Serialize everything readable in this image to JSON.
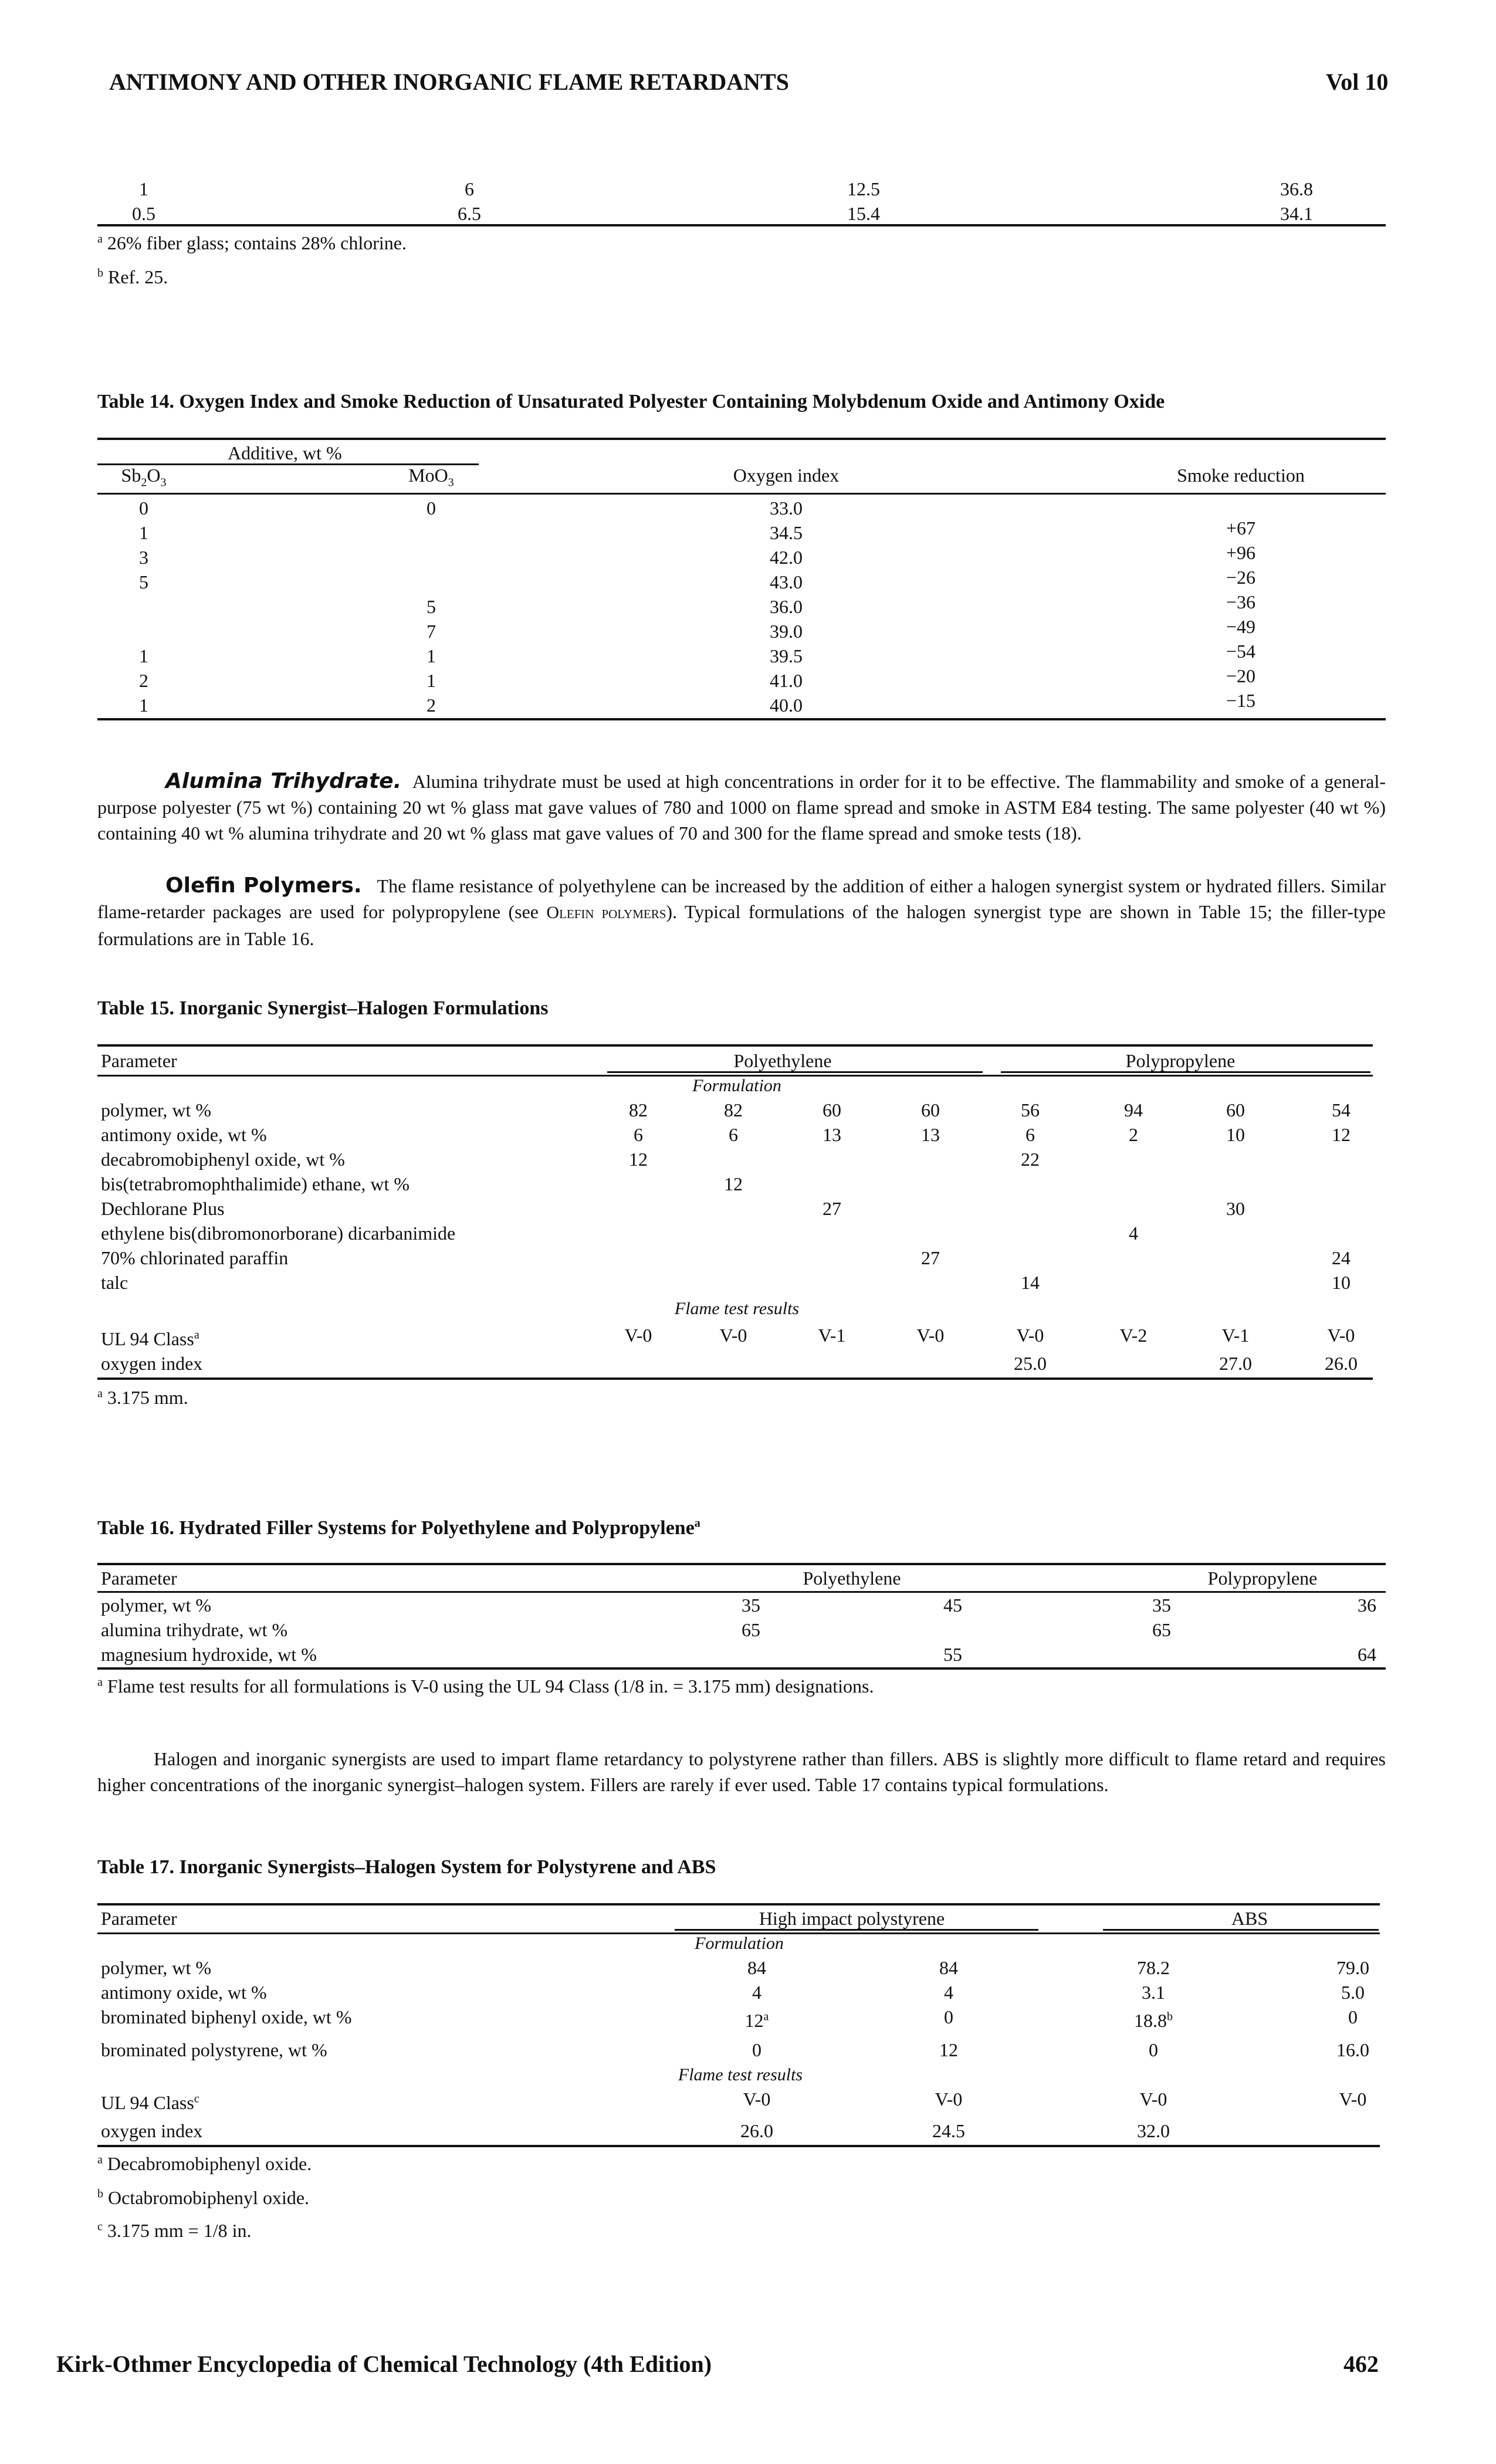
{
  "header": {
    "title": "ANTIMONY AND OTHER INORGANIC FLAME RETARDANTS",
    "volume": "Vol 10"
  },
  "table13_tail": {
    "rows": [
      [
        "1",
        "6",
        "12.5",
        "36.8"
      ],
      [
        "0.5",
        "6.5",
        "15.4",
        "34.1"
      ]
    ],
    "footnotes": [
      {
        "mark": "a",
        "text": "26% fiber glass; contains 28% chlorine."
      },
      {
        "mark": "b",
        "text": "Ref. 25."
      }
    ]
  },
  "table14": {
    "caption": "Table 14. Oxygen Index and Smoke Reduction of Unsaturated Polyester Containing Molybdenum Oxide and Antimony Oxide",
    "group_header": "Additive, wt %",
    "col_sb": "Sb",
    "col_sb_sub1": "2",
    "col_sb_o": "O",
    "col_sb_sub2": "3",
    "col_mo": "MoO",
    "col_mo_sub": "3",
    "col_oi": "Oxygen index",
    "col_smoke": "Smoke reduction",
    "rows": [
      [
        "0",
        "0",
        "33.0",
        ""
      ],
      [
        "1",
        "",
        "34.5",
        "+67"
      ],
      [
        "3",
        "",
        "42.0",
        "+96"
      ],
      [
        "5",
        "",
        "43.0",
        "−26"
      ],
      [
        "",
        "5",
        "36.0",
        "−36"
      ],
      [
        "",
        "7",
        "39.0",
        "−49"
      ],
      [
        "1",
        "1",
        "39.5",
        "−54"
      ],
      [
        "2",
        "1",
        "41.0",
        "−20"
      ],
      [
        "1",
        "2",
        "40.0",
        "−15"
      ]
    ]
  },
  "para_alumina": {
    "head": "Alumina Trihydrate.",
    "body": "Alumina trihydrate must be used at high concentrations in order for it to be effective. The flammability and smoke of a general-purpose polyester (75 wt %) containing 20 wt % glass mat gave values of 780 and 1000 on flame spread and smoke in ASTM E84 testing. The same polyester (40 wt %) containing 40 wt % alumina trihydrate and 20 wt % glass mat gave values of 70 and 300 for the flame spread and smoke tests (18)."
  },
  "para_olefin": {
    "head": "Olefin Polymers.",
    "body_a": "The flame resistance of polyethylene can be increased by the addition of either a halogen synergist system or hydrated fillers. Similar flame-retarder packages are used for polypropylene (see ",
    "link": "Olefin polymers",
    "body_b": "). Typical formulations of the halogen synergist type are shown in Table 15; the filler-type formulations are in Table 16."
  },
  "table15": {
    "caption": "Table 15. Inorganic Synergist–Halogen Formulations",
    "col_param": "Parameter",
    "group_pe": "Polyethylene",
    "group_pp": "Polypropylene",
    "sub_formulation": "Formulation",
    "sub_flame": "Flame test results",
    "rows": [
      {
        "label": "polymer, wt %",
        "sup": "",
        "vals": [
          "82",
          "82",
          "60",
          "60",
          "56",
          "94",
          "60",
          "54"
        ]
      },
      {
        "label": "antimony oxide, wt %",
        "sup": "",
        "vals": [
          "6",
          "6",
          "13",
          "13",
          "6",
          "2",
          "10",
          "12"
        ]
      },
      {
        "label": "decabromobiphenyl oxide, wt %",
        "sup": "",
        "vals": [
          "12",
          "",
          "",
          "",
          "22",
          "",
          "",
          ""
        ]
      },
      {
        "label": "bis(tetrabromophthalimide) ethane, wt %",
        "sup": "",
        "vals": [
          "",
          "12",
          "",
          "",
          "",
          "",
          "",
          ""
        ]
      },
      {
        "label": "Dechlorane Plus",
        "sup": "",
        "vals": [
          "",
          "",
          "27",
          "",
          "",
          "",
          "30",
          ""
        ]
      },
      {
        "label": "ethylene bis(dibromonorborane) dicarbanimide",
        "sup": "",
        "vals": [
          "",
          "",
          "",
          "",
          "",
          "4",
          "",
          ""
        ]
      },
      {
        "label": "70% chlorinated paraffin",
        "sup": "",
        "vals": [
          "",
          "",
          "",
          "27",
          "",
          "",
          "",
          "24"
        ]
      },
      {
        "label": "talc",
        "sup": "",
        "vals": [
          "",
          "",
          "",
          "",
          "14",
          "",
          "",
          "10"
        ]
      }
    ],
    "flame_rows": [
      {
        "label": "UL 94 Class",
        "sup": "a",
        "vals": [
          "V-0",
          "V-0",
          "V-1",
          "V-0",
          "V-0",
          "V-2",
          "V-1",
          "V-0"
        ]
      },
      {
        "label": "oxygen index",
        "sup": "",
        "vals": [
          "",
          "",
          "",
          "",
          "25.0",
          "",
          "27.0",
          "26.0"
        ]
      }
    ],
    "footnote_mark": "a",
    "footnote": "3.175 mm."
  },
  "table16": {
    "caption": "Table 16. Hydrated Filler Systems for Polyethylene and Polypropylene",
    "caption_sup": "a",
    "col_param": "Parameter",
    "group_pe": "Polyethylene",
    "group_pp": "Polypropylene",
    "rows": [
      {
        "label": "polymer, wt %",
        "vals": [
          "35",
          "45",
          "35",
          "36"
        ]
      },
      {
        "label": "alumina trihydrate, wt %",
        "vals": [
          "65",
          "",
          "65",
          ""
        ]
      },
      {
        "label": "magnesium hydroxide, wt %",
        "vals": [
          "",
          "55",
          "",
          "64"
        ]
      }
    ],
    "footnote_mark": "a",
    "footnote": "Flame test results for all formulations is V-0 using the UL 94 Class (1/8 in. = 3.175 mm) designations."
  },
  "para_halogen": "Halogen and inorganic synergists are used to impart flame retardancy to polystyrene rather than fillers. ABS is slightly more difficult to flame retard and requires higher concentrations of the inorganic synergist–halogen system. Fillers are rarely if ever used. Table 17 contains typical formulations.",
  "table17": {
    "caption": "Table 17. Inorganic Synergists–Halogen System for Polystyrene and ABS",
    "col_param": "Parameter",
    "group_hips": "High impact polystyrene",
    "group_abs": "ABS",
    "sub_formulation": "Formulation",
    "sub_flame": "Flame test results",
    "rows": [
      {
        "label": "polymer, wt %",
        "sup": "",
        "vals": [
          "84",
          "84",
          "78.2",
          "79.0"
        ],
        "val_sups": [
          "",
          "",
          "",
          ""
        ]
      },
      {
        "label": "antimony oxide, wt %",
        "sup": "",
        "vals": [
          "4",
          "4",
          "3.1",
          "5.0"
        ],
        "val_sups": [
          "",
          "",
          "",
          ""
        ]
      },
      {
        "label": "brominated biphenyl oxide, wt %",
        "sup": "",
        "vals": [
          "12",
          "0",
          "18.8",
          "0"
        ],
        "val_sups": [
          "a",
          "",
          "b",
          ""
        ]
      },
      {
        "label": "brominated polystyrene, wt %",
        "sup": "",
        "vals": [
          "0",
          "12",
          "0",
          "16.0"
        ],
        "val_sups": [
          "",
          "",
          "",
          ""
        ]
      }
    ],
    "flame_rows": [
      {
        "label": "UL 94 Class",
        "sup": "c",
        "vals": [
          "V-0",
          "V-0",
          "V-0",
          "V-0"
        ]
      },
      {
        "label": "oxygen index",
        "sup": "",
        "vals": [
          "26.0",
          "24.5",
          "32.0",
          ""
        ]
      }
    ],
    "footnotes": [
      {
        "mark": "a",
        "text": "Decabromobiphenyl oxide."
      },
      {
        "mark": "b",
        "text": "Octabromobiphenyl oxide."
      },
      {
        "mark": "c",
        "text": "3.175 mm = 1/8 in."
      }
    ]
  },
  "footer": {
    "title": "Kirk-Othmer Encyclopedia of Chemical Technology (4th Edition)",
    "page": "462"
  }
}
